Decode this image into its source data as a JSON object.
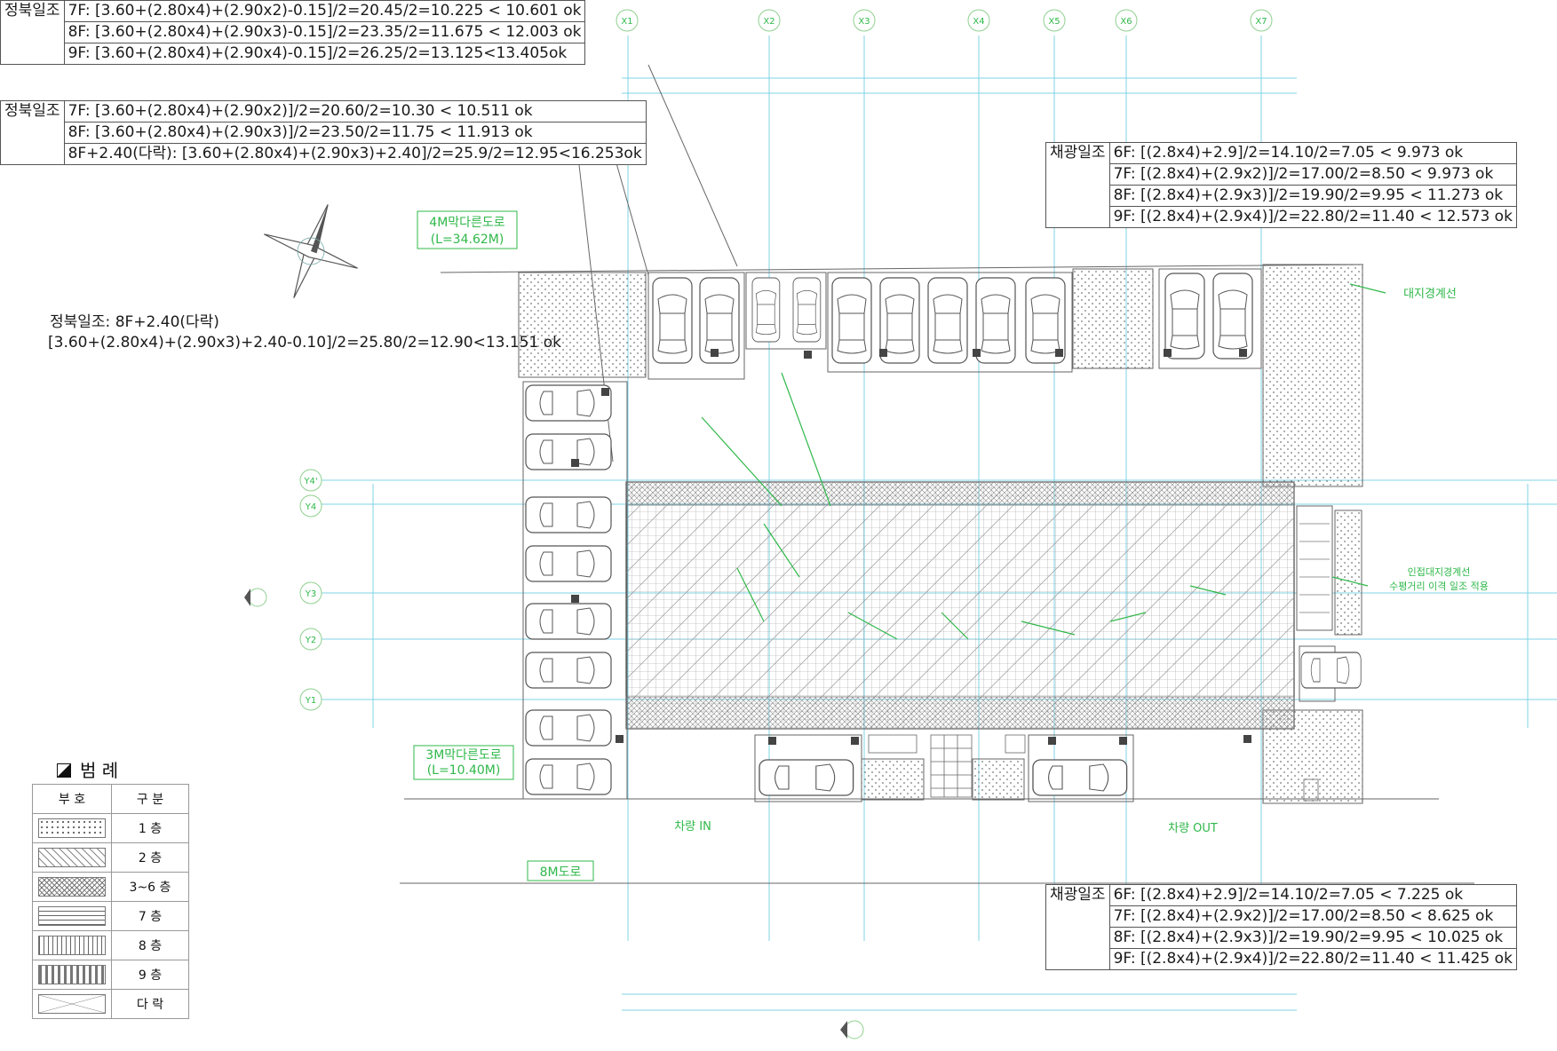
{
  "north_calc_top": {
    "label": "정북일조",
    "rows": [
      "7F: [3.60+(2.80x4)+(2.90x2)-0.15]/2=20.45/2=10.225 < 10.601 ok",
      "8F: [3.60+(2.80x4)+(2.90x3)-0.15]/2=23.35/2=11.675 < 12.003 ok",
      "9F: [3.60+(2.80x4)+(2.90x4)-0.15]/2=26.25/2=13.125<13.405ok"
    ]
  },
  "north_calc_second": {
    "label": "정북일조",
    "rows": [
      "7F: [3.60+(2.80x4)+(2.90x2)]/2=20.60/2=10.30 < 10.511 ok",
      "8F: [3.60+(2.80x4)+(2.90x3)]/2=23.50/2=11.75 < 11.913 ok",
      "8F+2.40(다락): [3.60+(2.80x4)+(2.90x3)+2.40]/2=25.9/2=12.95<16.253ok"
    ]
  },
  "light_calc_top": {
    "label": "채광일조",
    "rows": [
      "6F: [(2.8x4)+2.9]/2=14.10/2=7.05 < 9.973 ok",
      "7F: [(2.8x4)+(2.9x2)]/2=17.00/2=8.50 < 9.973 ok",
      "8F: [(2.8x4)+(2.9x3)]/2=19.90/2=9.95 < 11.273 ok",
      "9F: [(2.8x4)+(2.9x4)]/2=22.80/2=11.40 < 12.573 ok"
    ]
  },
  "light_calc_bottom": {
    "label": "채광일조",
    "rows": [
      "6F: [(2.8x4)+2.9]/2=14.10/2=7.05 < 7.225 ok",
      "7F: [(2.8x4)+(2.9x2)]/2=17.00/2=8.50 < 8.625 ok",
      "8F: [(2.8x4)+(2.9x3)]/2=19.90/2=9.95 < 10.025 ok",
      "9F: [(2.8x4)+(2.9x4)]/2=22.80/2=11.40 < 11.425 ok"
    ]
  },
  "north_attic_note": {
    "line1": "정북일조: 8F+2.40(다락)",
    "line2": "[3.60+(2.80x4)+(2.90x3)+2.40-0.10]/2=25.80/2=12.90<13.151 ok"
  },
  "roads": {
    "road_4m": "4M막다른도로",
    "road_4m_len": "(L=34.62M)",
    "road_3m": "3M막다른도로",
    "road_3m_len": "(L=10.40M)",
    "road_8m": "8M도로"
  },
  "plan_labels": {
    "car_in": "차량 IN",
    "car_out": "차량 OUT",
    "adjacent_line": "대지경계선",
    "east_note_1": "인접대지경계선",
    "east_note_2": "수평거리 이격 일조 적용"
  },
  "grid": {
    "columns": [
      "X1",
      "X2",
      "X3",
      "X4",
      "X5",
      "X6",
      "X7"
    ],
    "rows": [
      "Y4'",
      "Y4",
      "Y3",
      "Y2",
      "Y1"
    ]
  },
  "legend": {
    "title": "범    례",
    "col_symbol": "부  호",
    "col_class": "구  분",
    "items": [
      "1 층",
      "2 층",
      "3~6 층",
      "7 층",
      "8 층",
      "9 층",
      "다  락"
    ]
  },
  "colors": {
    "line_cyan": "#7fd3e6",
    "accent_green": "#2fb84a",
    "hatch_gray": "#8a8a8a",
    "text": "#1a1a1a"
  }
}
